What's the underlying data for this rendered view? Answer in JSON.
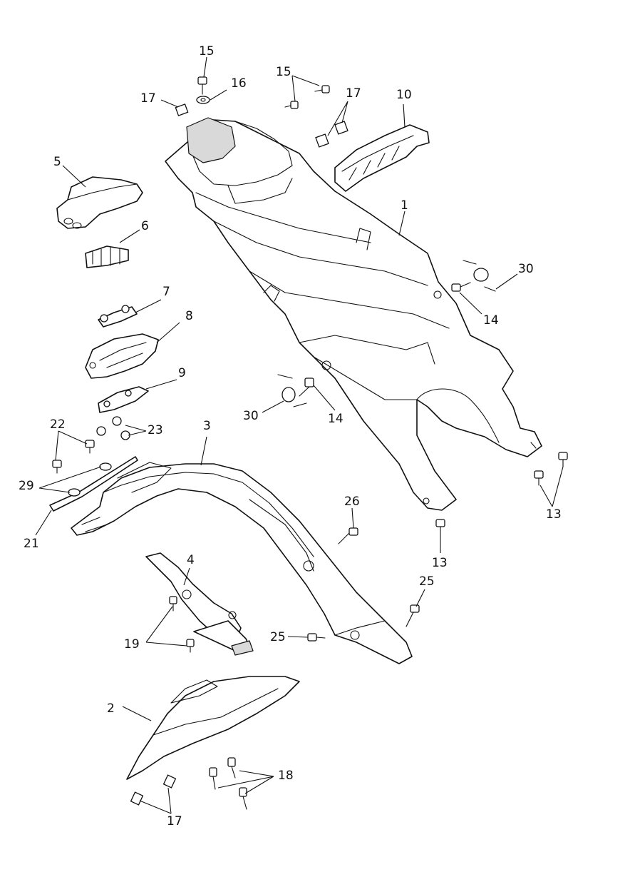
{
  "callouts": {
    "c1": "1",
    "c2": "2",
    "c3": "3",
    "c4": "4",
    "c5": "5",
    "c6": "6",
    "c7": "7",
    "c8": "8",
    "c9": "9",
    "c10": "10",
    "c13a": "13",
    "c13b": "13",
    "c14a": "14",
    "c14b": "14",
    "c15a": "15",
    "c15b": "15",
    "c16": "16",
    "c17a": "17",
    "c17b": "17",
    "c17c": "17",
    "c18": "18",
    "c19": "19",
    "c21": "21",
    "c22": "22",
    "c23": "23",
    "c25a": "25",
    "c25b": "25",
    "c26": "26",
    "c29": "29",
    "c30a": "30",
    "c30b": "30"
  }
}
